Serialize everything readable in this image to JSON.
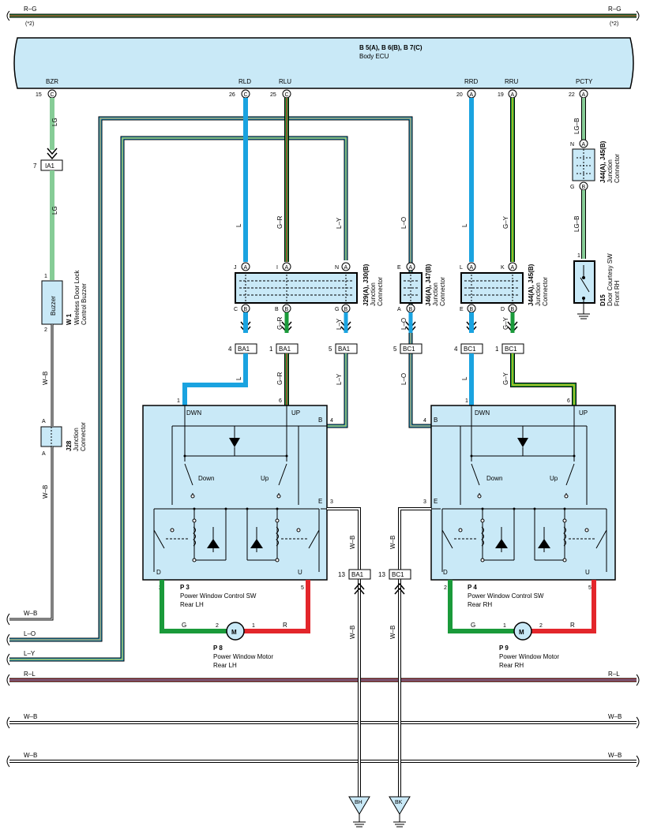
{
  "top_bus": {
    "label_left": "R–G",
    "label_right": "R–G",
    "note_left": "(*2)",
    "note_right": "(*2)"
  },
  "ecu": {
    "codes": "B 5(A), B 6(B), B 7(C)",
    "name": "Body ECU",
    "pins": [
      {
        "name": "BZR",
        "num": "15",
        "conn": "C"
      },
      {
        "name": "RLD",
        "num": "26",
        "conn": "C"
      },
      {
        "name": "RLU",
        "num": "25",
        "conn": "C"
      },
      {
        "name": "RRD",
        "num": "20",
        "conn": "A"
      },
      {
        "name": "RRU",
        "num": "19",
        "conn": "A"
      },
      {
        "name": "PCTY",
        "num": "22",
        "conn": "A"
      }
    ]
  },
  "wire_labels": {
    "lg1": "LG",
    "lg2": "LG",
    "wb1": "W–B",
    "wb2": "W–B",
    "l1": "L",
    "l2": "L",
    "gr1": "G–R",
    "gr2": "G–R",
    "ly1": "L–Y",
    "ly2": "L–Y",
    "lo1": "L–O",
    "lo2": "L–O",
    "l3": "L",
    "l4": "L",
    "gy1": "G–Y",
    "gy2": "G–Y",
    "lgb1": "LG–B",
    "lgb2": "LG–B",
    "wb_e1": "W–B",
    "wb_e1b": "W–B",
    "wb_e2": "W–B",
    "wb_e2b": "W–B",
    "g_left": "G",
    "r_left": "R",
    "g_right": "G",
    "r_right": "R"
  },
  "connectors": {
    "ia1": {
      "num": "7",
      "code": "IA1"
    },
    "ba1_a": {
      "num": "4",
      "code": "BA1"
    },
    "ba1_b": {
      "num": "1",
      "code": "BA1"
    },
    "ba1_c": {
      "num": "5",
      "code": "BA1"
    },
    "bc1_a": {
      "num": "5",
      "code": "BC1"
    },
    "bc1_b": {
      "num": "4",
      "code": "BC1"
    },
    "bc1_c": {
      "num": "1",
      "code": "BC1"
    },
    "ba1_e": {
      "num": "13",
      "code": "BA1"
    },
    "bc1_e": {
      "num": "13",
      "code": "BC1"
    }
  },
  "components": {
    "buzzer": {
      "text": "Buzzer",
      "pin1": "1",
      "pin2": "2",
      "code": "W 1",
      "desc1": "Wireless Door Lock",
      "desc2": "Control Buzzer"
    },
    "j28": {
      "code": "J28",
      "desc1": "Junction",
      "desc2": "Connector",
      "a_top": "A",
      "a_bot": "A"
    },
    "j29": {
      "code": "J29(A), J30(B)",
      "desc1": "Junction",
      "desc2": "Connector",
      "top": [
        "J",
        "A",
        "I",
        "A",
        "N",
        "A"
      ],
      "bot": [
        "C",
        "B",
        "B",
        "B",
        "G",
        "B"
      ]
    },
    "j46": {
      "code": "J46(A), J47(B)",
      "desc1": "Junction",
      "desc2": "Connector",
      "top": [
        "E",
        "A"
      ],
      "bot": [
        "A",
        "B"
      ]
    },
    "j44r": {
      "code": "J44(A), J45(B)",
      "desc1": "Junction",
      "desc2": "Connector",
      "top": [
        "L",
        "A",
        "K",
        "A"
      ],
      "bot": [
        "E",
        "B",
        "D",
        "B"
      ]
    },
    "j44p": {
      "code": "J44(A), J45(B)",
      "desc1": "Junction",
      "desc2": "Connector",
      "n": "N",
      "a": "A",
      "g": "G",
      "b": "B"
    },
    "d15": {
      "code": "D15",
      "desc1": "Door Courtesy SW",
      "desc2": "Front RH",
      "pin": "1"
    },
    "p3": {
      "code": "P 3",
      "desc1": "Power Window Control SW",
      "desc2": "Rear LH",
      "dwn": "DWN",
      "up": "UP",
      "b": "B",
      "e": "E",
      "d": "D",
      "u": "U",
      "down": "Down",
      "upl": "Up",
      "pin_dwn": "1",
      "pin_up": "6",
      "pin_b": "4",
      "pin_e": "3",
      "pin_d": "2",
      "pin_u": "5"
    },
    "p4": {
      "code": "P 4",
      "desc1": "Power Window Control SW",
      "desc2": "Rear RH",
      "dwn": "DWN",
      "up": "UP",
      "b": "B",
      "e": "E",
      "d": "D",
      "u": "U",
      "down": "Down",
      "upl": "Up",
      "pin_dwn": "1",
      "pin_up": "6",
      "pin_b": "4",
      "pin_e": "3",
      "pin_d": "2",
      "pin_u": "5"
    },
    "p8": {
      "code": "P 8",
      "desc1": "Power Window Motor",
      "desc2": "Rear LH",
      "m": "M",
      "pin_l": "2",
      "pin_r": "1"
    },
    "p9": {
      "code": "P 9",
      "desc1": "Power Window Motor",
      "desc2": "Rear RH",
      "m": "M",
      "pin_l": "1",
      "pin_r": "2"
    }
  },
  "bus_labels": {
    "wb_left1": "W–B",
    "lo_left": "L–O",
    "ly_left": "L–Y",
    "rl_left": "R–L",
    "rl_right": "R–L",
    "wb_b1_left": "W–B",
    "wb_b1_right": "W–B",
    "wb_b2_left": "W–B",
    "wb_b2_right": "W–B"
  },
  "grounds": {
    "bh": "BH",
    "bk": "BK"
  },
  "colors": {
    "ecu_fill": "#c9e9f7",
    "box_fill": "#c9e9f7",
    "blue": "#1aa3e0",
    "green": "#1a9a3a",
    "light_green": "#86cc96",
    "red": "#e3262b",
    "yellow": "#f2d21b",
    "orange": "#f0a030",
    "white": "#ffffff"
  }
}
